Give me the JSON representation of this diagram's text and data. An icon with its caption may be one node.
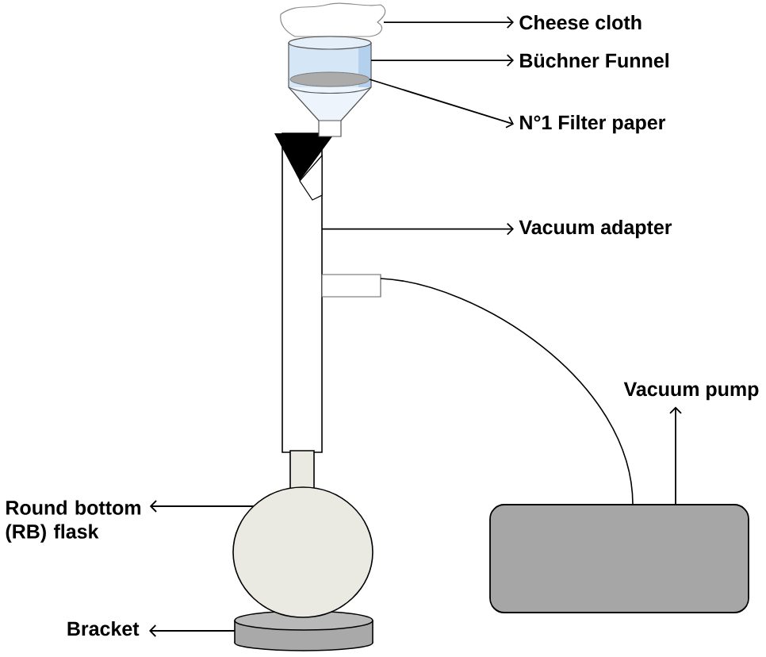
{
  "diagram": {
    "nodes": [
      {
        "text": [],
        "shape": "picture"
      },
      {
        "text": [
          "Cheese cloth"
        ]
      },
      {
        "text": [],
        "shape": "picture"
      },
      {
        "text": [
          "Büchner Funnel"
        ]
      },
      {
        "text": [],
        "shape": "circle",
        "in": 2
      },
      {
        "text": [
          "N°1 Filter paper"
        ]
      },
      {
        "text": [],
        "shape": "picture"
      },
      {
        "text": [
          "Vacuum adapter"
        ]
      },
      {
        "text": [
          "Vacuum pump"
        ]
      },
      {
        "text": [],
        "shape": "box"
      },
      {
        "text": [
          "Round bottom (RB) flask"
        ]
      },
      {
        "text": [],
        "shape": "circle"
      },
      {
        "text": [
          "Bracket"
        ]
      },
      {
        "text": [],
        "shape": "cylinder"
      }
    ],
    "edges": [
      {
        "from": 0,
        "to": 1,
        "arrow": "to"
      },
      {
        "from": 2,
        "to": 3,
        "arrow": "to"
      },
      {
        "from": 4,
        "to": 5,
        "arrow": "to"
      },
      {
        "from": 6,
        "to": 7,
        "arrow": "to"
      },
      {
        "from": 6,
        "to": 9,
        "arrow": "none"
      },
      {
        "from": 9,
        "to": 8,
        "arrow": "to"
      },
      {
        "from": 11,
        "to": 10,
        "arrow": "to"
      },
      {
        "from": 13,
        "to": 12,
        "arrow": "to"
      }
    ]
  }
}
